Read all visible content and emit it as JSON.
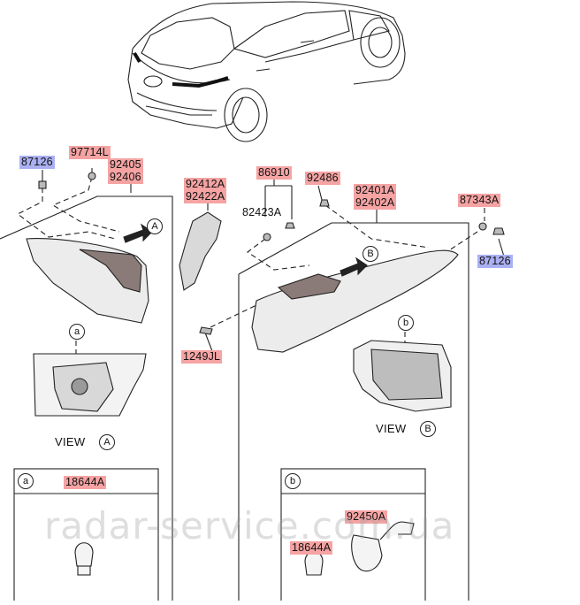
{
  "parts": {
    "p87126_left": "87126",
    "p97714L": "97714L",
    "p92405": "92405",
    "p92406": "92406",
    "p92412A": "92412A",
    "p92422A": "92422A",
    "p86910": "86910",
    "p82423A": "82423A",
    "p92486": "92486",
    "p92401A": "92401A",
    "p92402A": "92402A",
    "p87343A": "87343A",
    "p87126_right": "87126",
    "p1249JL": "1249JL",
    "p18644A_a": "18644A",
    "p92450A": "92450A",
    "p18644A_b": "18644A"
  },
  "views": {
    "view_a_label": "VIEW",
    "view_a_letter": "A",
    "view_b_label": "VIEW",
    "view_b_letter": "B",
    "callout_A": "A",
    "callout_B": "B",
    "detail_a": "a",
    "detail_b": "b",
    "box_a": "a",
    "box_b": "b"
  },
  "watermark": "radar-service.com.ua",
  "colors": {
    "pink_tag": "#f5a3a3",
    "blue_tag": "#aab0f2"
  }
}
